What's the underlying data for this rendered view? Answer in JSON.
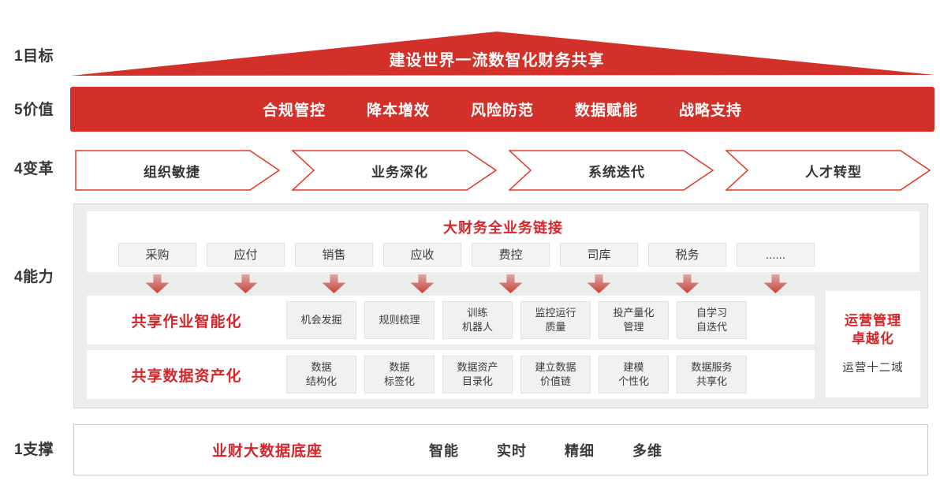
{
  "colors": {
    "primary_red": "#d3302a",
    "red_text": "#d3252a",
    "arrow_outline_red": "#e33529",
    "panel_gray": "#ededed",
    "box_gray": "#f4f4f4",
    "dark_text": "#3a3a3a"
  },
  "goal": {
    "label": "1目标",
    "title": "建设世界一流数智化财务共享"
  },
  "values": {
    "label": "5价值",
    "items": [
      "合规管控",
      "降本增效",
      "风险防范",
      "数据赋能",
      "战略支持"
    ]
  },
  "transforms": {
    "label": "4变革",
    "items": [
      "组织敏捷",
      "业务深化",
      "系统迭代",
      "人才转型"
    ]
  },
  "capabilities": {
    "label": "4能力",
    "chain": {
      "title": "大财务全业务链接",
      "domains": [
        "采购",
        "应付",
        "销售",
        "应收",
        "费控",
        "司库",
        "税务",
        "......"
      ]
    },
    "rows": [
      {
        "title": "共享作业智能化",
        "items": [
          "机会发掘",
          "规则梳理",
          "训练\n机器人",
          "监控运行\n质量",
          "投产量化\n管理",
          "自学习\n自迭代"
        ]
      },
      {
        "title": "共享数据资产化",
        "items": [
          "数据\n结构化",
          "数据\n标签化",
          "数据资产\n目录化",
          "建立数据\n价值链",
          "建模\n个性化",
          "数据服务\n共享化"
        ]
      }
    ],
    "side": {
      "title": "运营管理\n卓越化",
      "subtitle": "运营十二域"
    }
  },
  "support": {
    "label": "1支撑",
    "title": "业财大数据底座",
    "items": [
      "智能",
      "实时",
      "精细",
      "多维"
    ]
  }
}
